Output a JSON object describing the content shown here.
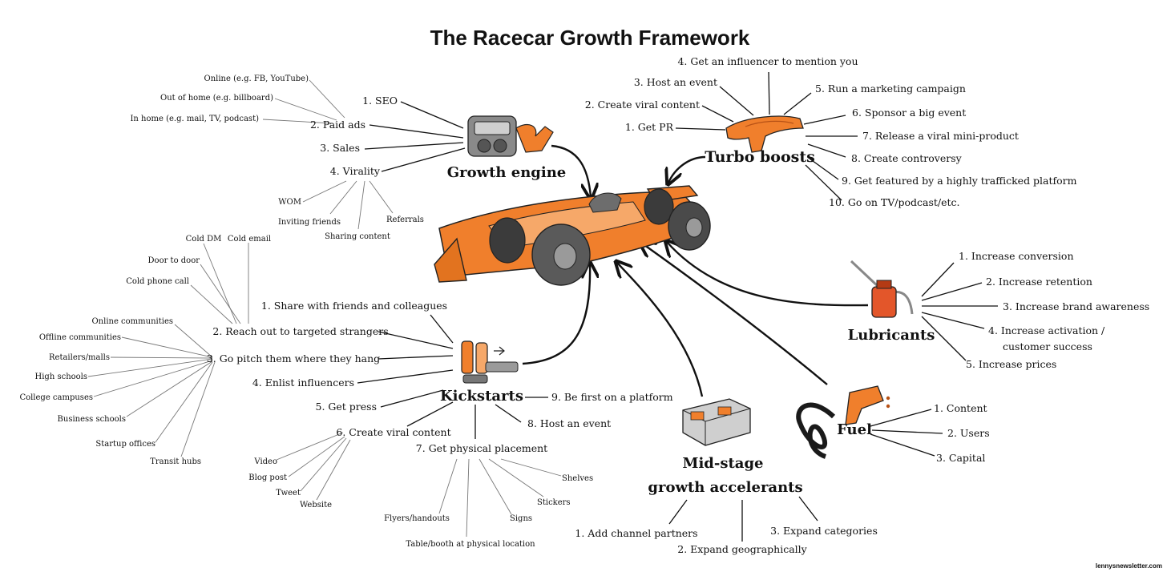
{
  "title": "The Racecar Growth Framework",
  "watermark": "lennysnewsletter.com",
  "colors": {
    "orange": "#f07f2c",
    "orange_light": "#f6a869",
    "orange_dark": "#b75216",
    "ink": "#111111",
    "gray": "#6f6f6f",
    "tire": "#3b3b3b"
  },
  "sections": {
    "growth_engine": {
      "label": "Growth engine",
      "icon": "engine-icon",
      "items": [
        "1. SEO",
        "2. Paid ads",
        "3. Sales",
        "4. Virality"
      ],
      "paid_ads_sub": [
        "Online (e.g. FB, YouTube)",
        "Out of home (e.g. billboard)",
        "In home (e.g. mail, TV, podcast)"
      ],
      "virality_sub": [
        "WOM",
        "Inviting friends",
        "Sharing content",
        "Referrals"
      ]
    },
    "turbo_boosts": {
      "label": "Turbo boosts",
      "icon": "turbo-wing-icon",
      "items": [
        "1. Get PR",
        "2. Create viral content",
        "3. Host an event",
        "4. Get an influencer to mention you",
        "5. Run a marketing campaign",
        "6. Sponsor a big event",
        "7. Release a viral mini-product",
        "8. Create controversy",
        "9. Get featured by a highly trafficked platform",
        "10. Go on TV/podcast/etc."
      ]
    },
    "lubricants": {
      "label": "Lubricants",
      "icon": "oil-can-icon",
      "items": [
        "1.  Increase conversion",
        "2. Increase retention",
        "3. Increase brand awareness",
        "4. Increase activation /",
        "customer success",
        "5. Increase prices"
      ]
    },
    "fuel": {
      "label": "Fuel",
      "icon": "fuel-nozzle-icon",
      "items": [
        "1. Content",
        "2. Users",
        "3. Capital"
      ]
    },
    "mid_stage": {
      "label_line1": "Mid-stage",
      "label_line2": "growth accelerants",
      "icon": "battery-module-icon",
      "items": [
        "1. Add channel partners",
        "2. Expand geographically",
        "3. Expand categories"
      ]
    },
    "kickstarts": {
      "label": "Kickstarts",
      "icon": "ignition-pedal-icon",
      "items": [
        "1. Share with friends and colleagues",
        "2. Reach out to targeted strangers",
        "3. Go pitch them where they hang",
        "4. Enlist influencers",
        "5. Get press",
        "6. Create viral content",
        "7. Get physical placement",
        "8. Host an event",
        "9. Be first on a platform"
      ],
      "reach_out_sub": [
        "Cold DM",
        "Cold email",
        "Door to door",
        "Cold phone call"
      ],
      "pitch_sub": [
        "Online communities",
        "Offline communities",
        "Retailers/malls",
        "High schools",
        "College campuses",
        "Business schools",
        "Startup offices",
        "Transit hubs"
      ],
      "viral_content_sub": [
        "Video",
        "Blog post",
        "Tweet",
        "Website"
      ],
      "placement_sub": [
        "Shelves",
        "Stickers",
        "Signs",
        "Flyers/handouts",
        "Table/booth at physical location"
      ]
    }
  }
}
